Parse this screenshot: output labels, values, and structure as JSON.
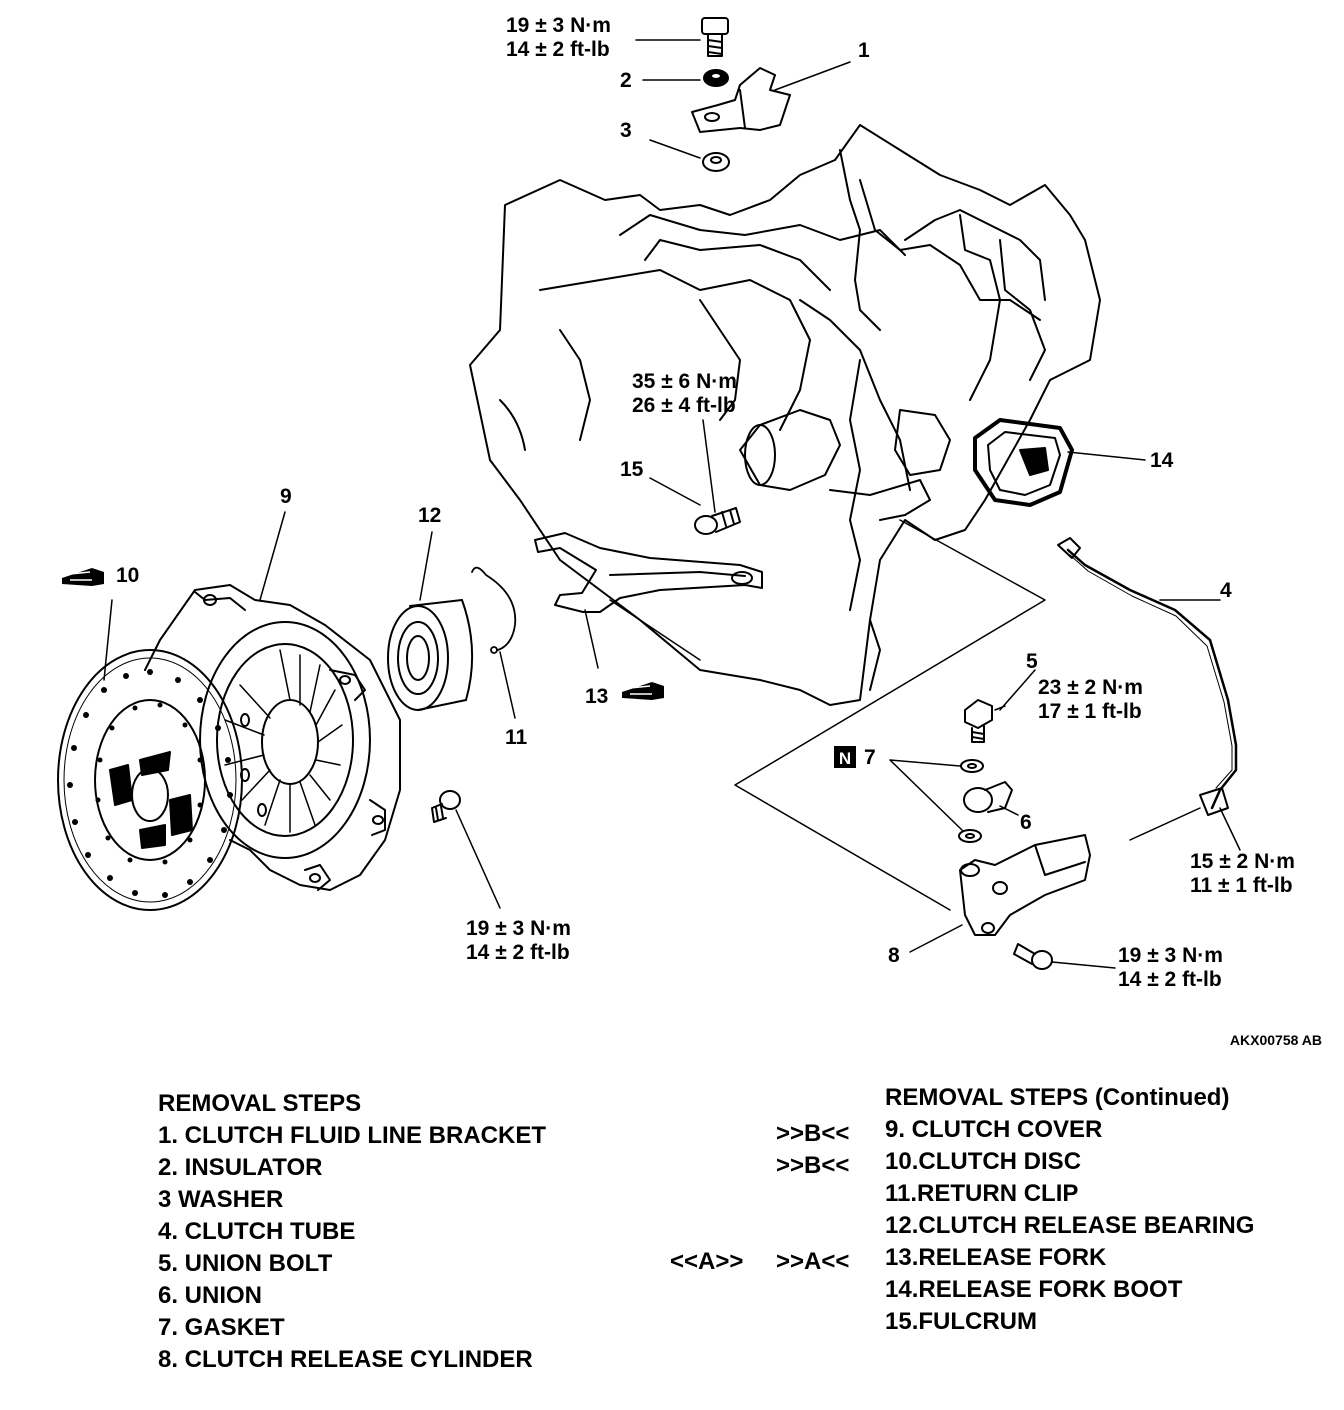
{
  "callouts": {
    "c1": "1",
    "c2": "2",
    "c3": "3",
    "c4": "4",
    "c5": "5",
    "c6": "6",
    "c7": "7",
    "c8": "8",
    "c9": "9",
    "c10": "10",
    "c11": "11",
    "c12": "12",
    "c13": "13",
    "c14": "14",
    "c15": "15",
    "new_part_mark": "N"
  },
  "torques": {
    "bracket_bolt_nm": "19 ± 3 N·m",
    "bracket_bolt_ftlb": "14 ± 2 ft-lb",
    "fulcrum_nm": "35 ± 6 N·m",
    "fulcrum_ftlb": "26 ± 4 ft-lb",
    "union_bolt_nm": "23 ± 2 N·m",
    "union_bolt_ftlb": "17 ± 1 ft-lb",
    "tube_nut_nm": "15 ± 2 N·m",
    "tube_nut_ftlb": "11 ± 1 ft-lb",
    "cover_bolt_nm": "19 ± 3 N·m",
    "cover_bolt_ftlb": "14 ± 2 ft-lb",
    "cylinder_bolt_nm": "19 ± 3 N·m",
    "cylinder_bolt_ftlb": "14 ± 2 ft-lb"
  },
  "figure_code": "AKX00758 AB",
  "removal_steps": {
    "heading": "REMOVAL STEPS",
    "items": [
      "1.  CLUTCH FLUID LINE BRACKET",
      "2.  INSULATOR",
      "3   WASHER",
      "4.  CLUTCH TUBE",
      "5.  UNION BOLT",
      "6.  UNION",
      "7.  GASKET",
      "8.  CLUTCH RELEASE CYLINDER"
    ]
  },
  "removal_steps_continued": {
    "heading": "REMOVAL STEPS (Continued)",
    "items": [
      "9.  CLUTCH COVER",
      "10.CLUTCH DISC",
      "11.RETURN CLIP",
      "12.CLUTCH RELEASE BEARING",
      "13.RELEASE FORK",
      "14.RELEASE FORK BOOT",
      "15.FULCRUM"
    ]
  },
  "service_refs": {
    "step9_install": ">>B<<",
    "step10_install": ">>B<<",
    "step13_removal": "<<A>>",
    "step13_install": ">>A<<"
  }
}
